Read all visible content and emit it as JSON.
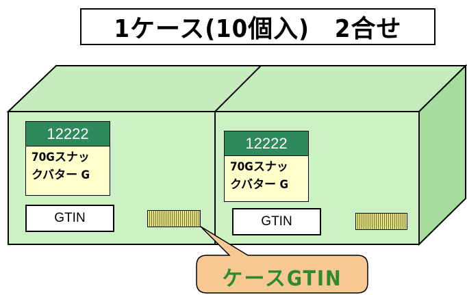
{
  "title": "1ケース(10個入)　2合せ",
  "cases": [
    {
      "code": "12222",
      "name_line1": "70Gスナッ",
      "name_line2": "クバター G",
      "gtin_label": "GTIN"
    },
    {
      "code": "12222",
      "name_line1": "70Gスナッ",
      "name_line2": "クバター G",
      "gtin_label": "GTIN"
    }
  ],
  "callout": {
    "text": "ケースGTIN"
  },
  "colors": {
    "case_face": "#ccf2c4",
    "case_top": "#c4ecbc",
    "case_side": "#a6dc9c",
    "code_band": "#2e8a5a",
    "name_box": "#ffffcc",
    "callout_fill": "#f6c993",
    "callout_text": "#2f8a2f",
    "barcode": "#e8e88a"
  },
  "icons": {
    "barcode": "barcode-icon"
  }
}
